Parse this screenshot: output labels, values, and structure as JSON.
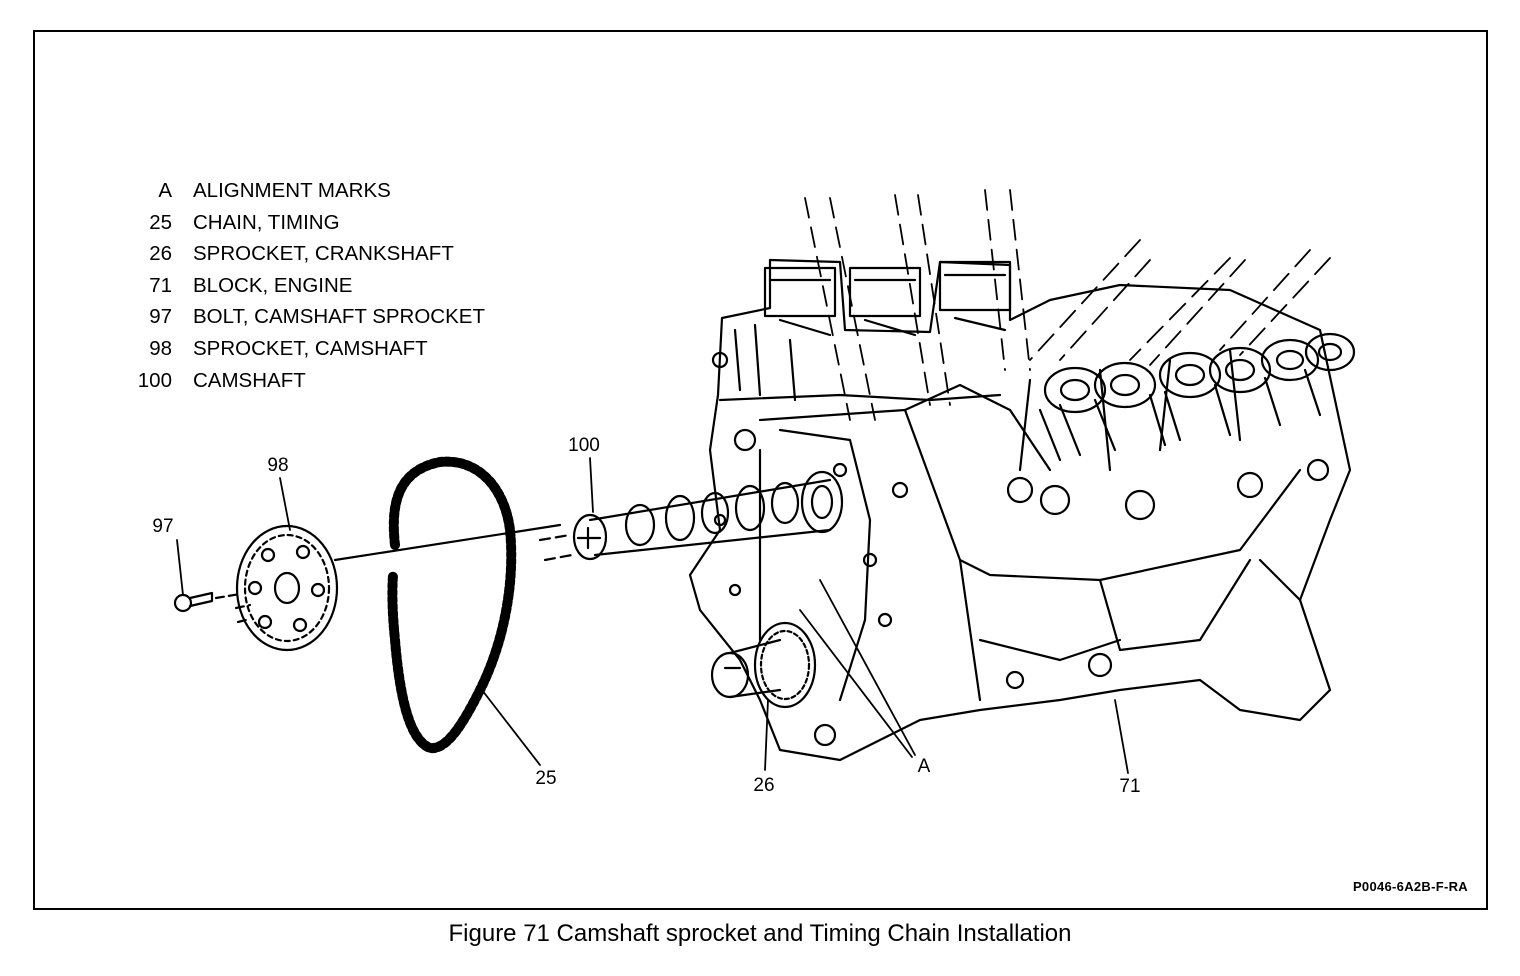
{
  "legend": [
    {
      "code": "A",
      "description": "ALIGNMENT MARKS"
    },
    {
      "code": "25",
      "description": "CHAIN, TIMING"
    },
    {
      "code": "26",
      "description": "SPROCKET, CRANKSHAFT"
    },
    {
      "code": "71",
      "description": "BLOCK, ENGINE"
    },
    {
      "code": "97",
      "description": "BOLT, CAMSHAFT SPROCKET"
    },
    {
      "code": "98",
      "description": "SPROCKET, CAMSHAFT"
    },
    {
      "code": "100",
      "description": "CAMSHAFT"
    }
  ],
  "callouts": {
    "c97": "97",
    "c98": "98",
    "c100": "100",
    "c25": "25",
    "c26": "26",
    "cA": "A",
    "c71": "71"
  },
  "figure_id": "P0046-6A2B-F-RA",
  "caption": "Figure 71 Camshaft sprocket and Timing Chain Installation"
}
